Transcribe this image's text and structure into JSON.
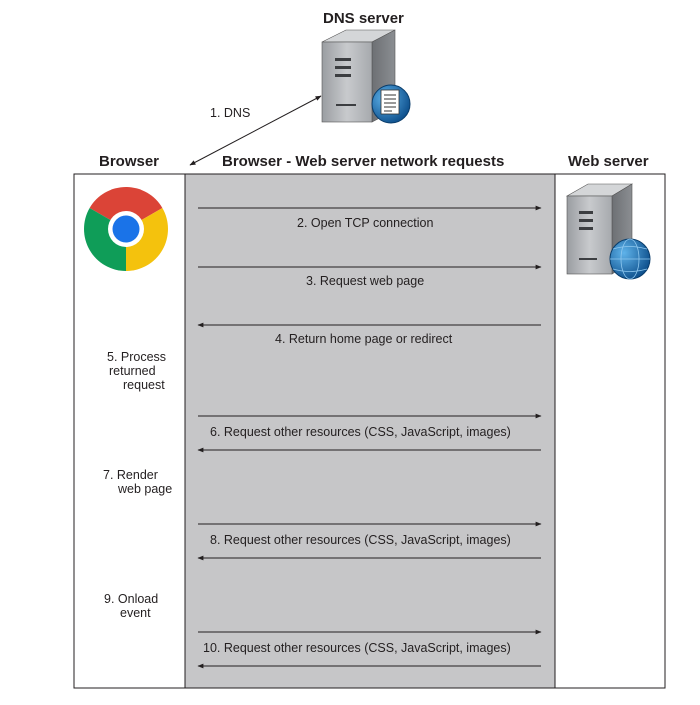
{
  "dns_server": {
    "title": "DNS server"
  },
  "dns_arrow": {
    "label": "1. DNS"
  },
  "headers": {
    "browser": "Browser",
    "network": "Browser - Web server network requests",
    "web_server": "Web server"
  },
  "requests": [
    {
      "label": "2. Open TCP connection",
      "direction": "to-server"
    },
    {
      "label": "3. Request web page",
      "direction": "to-server"
    },
    {
      "label": "4. Return home page or redirect",
      "direction": "to-browser"
    },
    {
      "label": "6. Request other resources (CSS, JavaScript, images)",
      "direction": "round-trip"
    },
    {
      "label": "8. Request other resources (CSS, JavaScript, images)",
      "direction": "round-trip"
    },
    {
      "label": "10. Request other resources (CSS, JavaScript, images)",
      "direction": "round-trip"
    }
  ],
  "browser_steps": [
    {
      "lines": [
        "5. Process",
        "returned",
        "request"
      ]
    },
    {
      "lines": [
        "7. Render",
        "web page"
      ]
    },
    {
      "lines": [
        "9. Onload",
        "event"
      ]
    }
  ],
  "colors": {
    "network_band": "#c6c6c8",
    "chrome_red": "#db4437",
    "chrome_green": "#0f9d58",
    "chrome_yellow": "#f4c20d",
    "chrome_blue": "#1a73e8",
    "globe_blue": "#1b75bc"
  },
  "icons": {
    "dns_server": "server-with-document-icon",
    "web_server": "server-with-globe-icon",
    "browser": "chrome-logo-icon"
  }
}
